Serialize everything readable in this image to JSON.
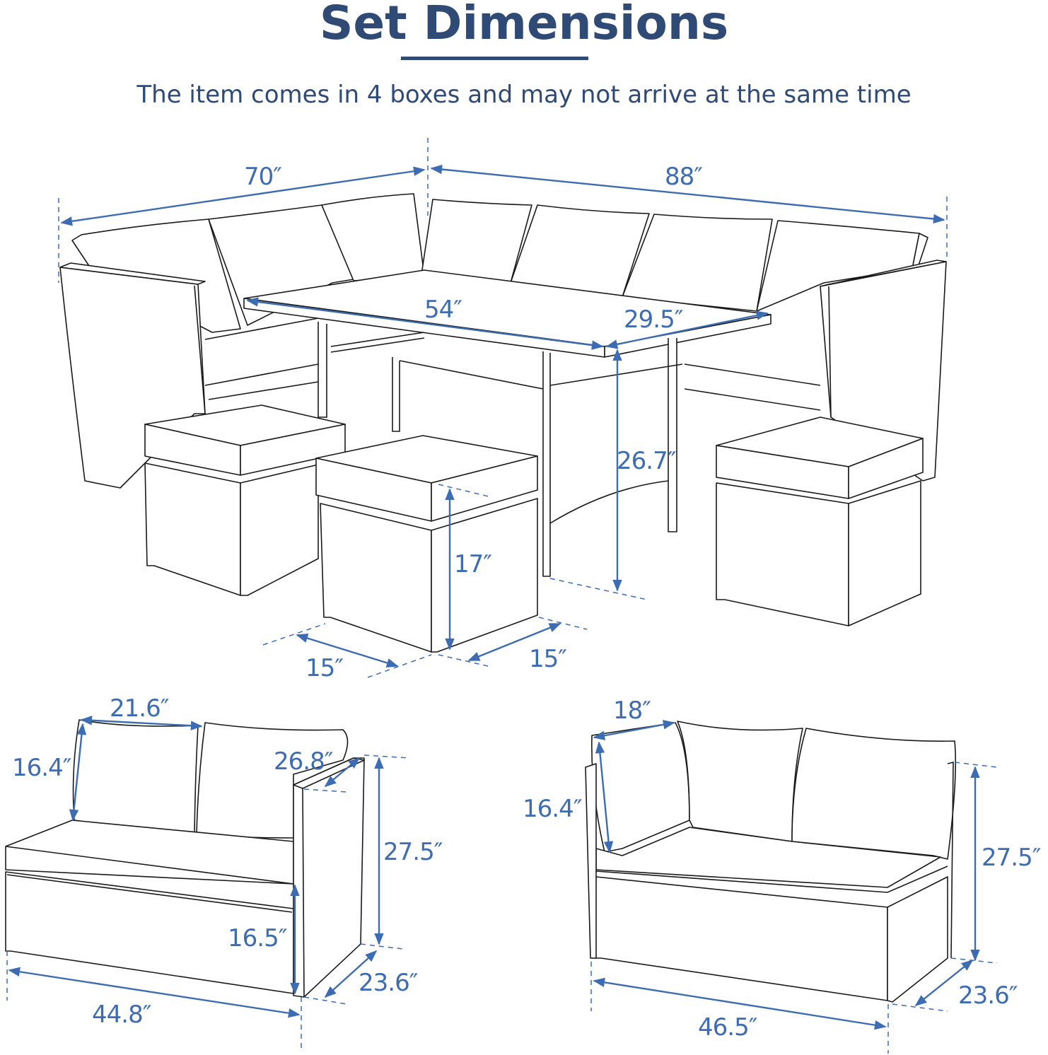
{
  "header": {
    "title": "Set Dimensions",
    "subtitle": "The item comes in 4 boxes and may not arrive at the same time"
  },
  "colors": {
    "title": "#2f4a75",
    "dimension": "#3d6cb3",
    "outline": "#1a1a1a",
    "background": "#ffffff"
  },
  "full_set": {
    "left_section_length": "70″",
    "right_section_length": "88″",
    "table_length": "54″",
    "table_width": "29.5″",
    "table_height": "26.7″",
    "ottoman_height": "17″",
    "ottoman_width": "15″",
    "ottoman_depth": "15″"
  },
  "left_sofa": {
    "cushion_width": "21.6″",
    "cushion_height": "16.4″",
    "arm_depth": "26.8″",
    "overall_height": "27.5″",
    "seat_height": "16.5″",
    "depth": "23.6″",
    "length": "44.8″"
  },
  "right_sofa": {
    "cushion_width": "18″",
    "cushion_height": "16.4″",
    "overall_height": "27.5″",
    "depth": "23.6″",
    "length": "46.5″"
  }
}
